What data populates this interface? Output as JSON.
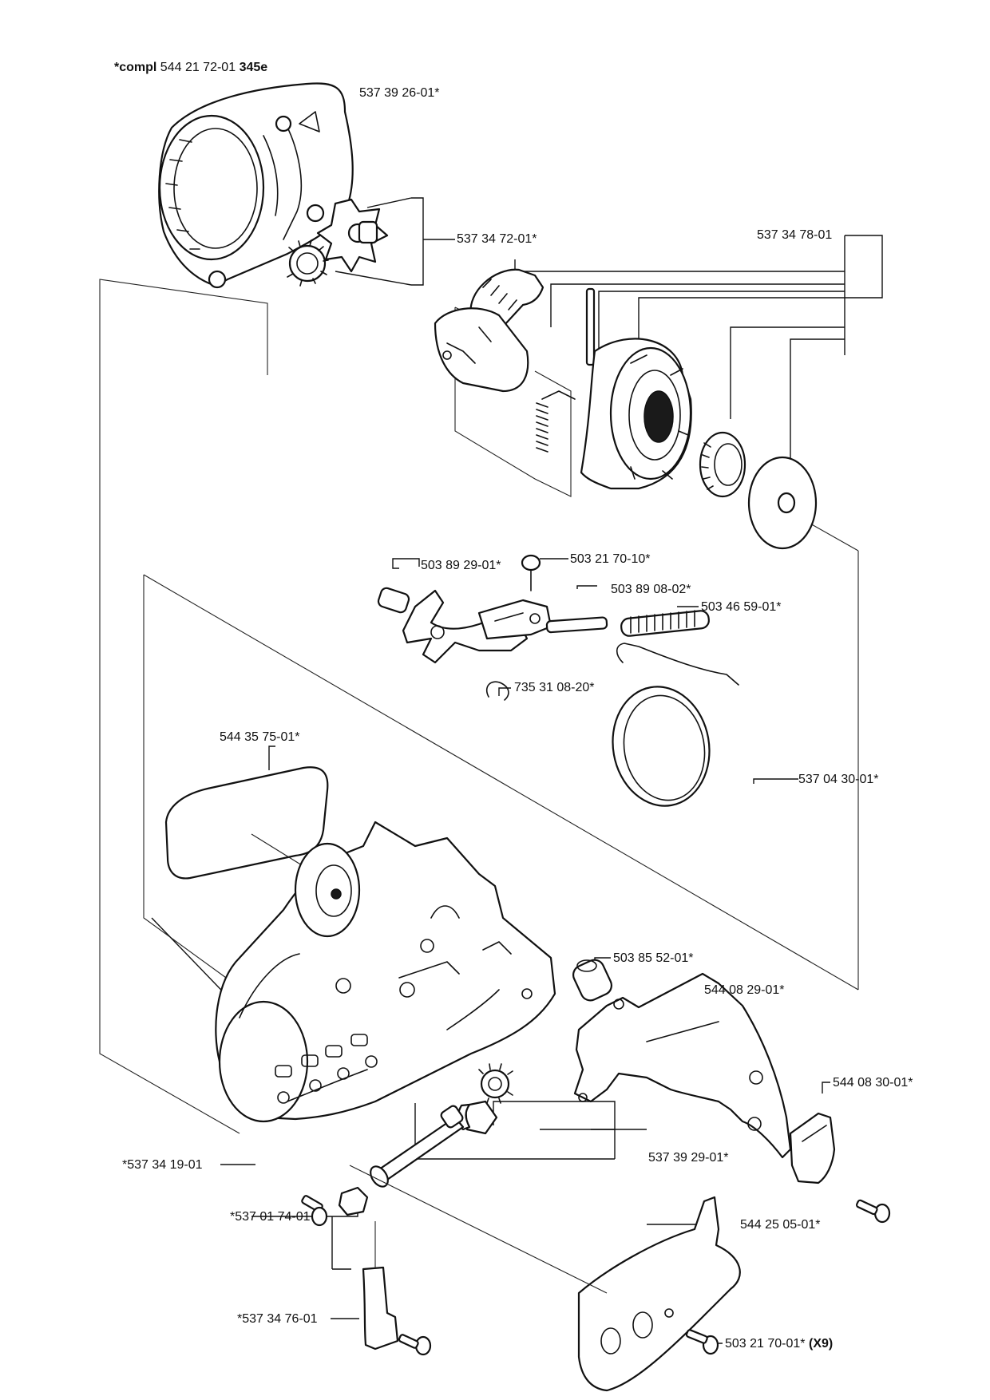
{
  "header": {
    "prefix": "*compl",
    "number": "544 21 72-01",
    "model": "345e"
  },
  "labels": {
    "p1": "537 39 26-01*",
    "p2": "537 34 72-01*",
    "p3": "537 34 78-01",
    "p4": "503 89 29-01*",
    "p5": "503 21 70-10*",
    "p6": "503 89 08-02*",
    "p7": "503 46 59-01*",
    "p8": "735 31 08-20*",
    "p9": "544 35 75-01*",
    "p10": "537 04 30-01*",
    "p11": "503 85 52-01*",
    "p12": "544 08 29-01*",
    "p13": "544 08 30-01*",
    "p14": "537 39 29-01*",
    "p15": "*537 34 19-01",
    "p16": "*537 01 74-01",
    "p17": "544 25 05-01*",
    "p18": "*537 34 76-01",
    "p19_num": "503 21 70-01*",
    "p19_qty": "(X9)"
  },
  "colors": {
    "ink": "#111111",
    "paper": "#ffffff"
  }
}
